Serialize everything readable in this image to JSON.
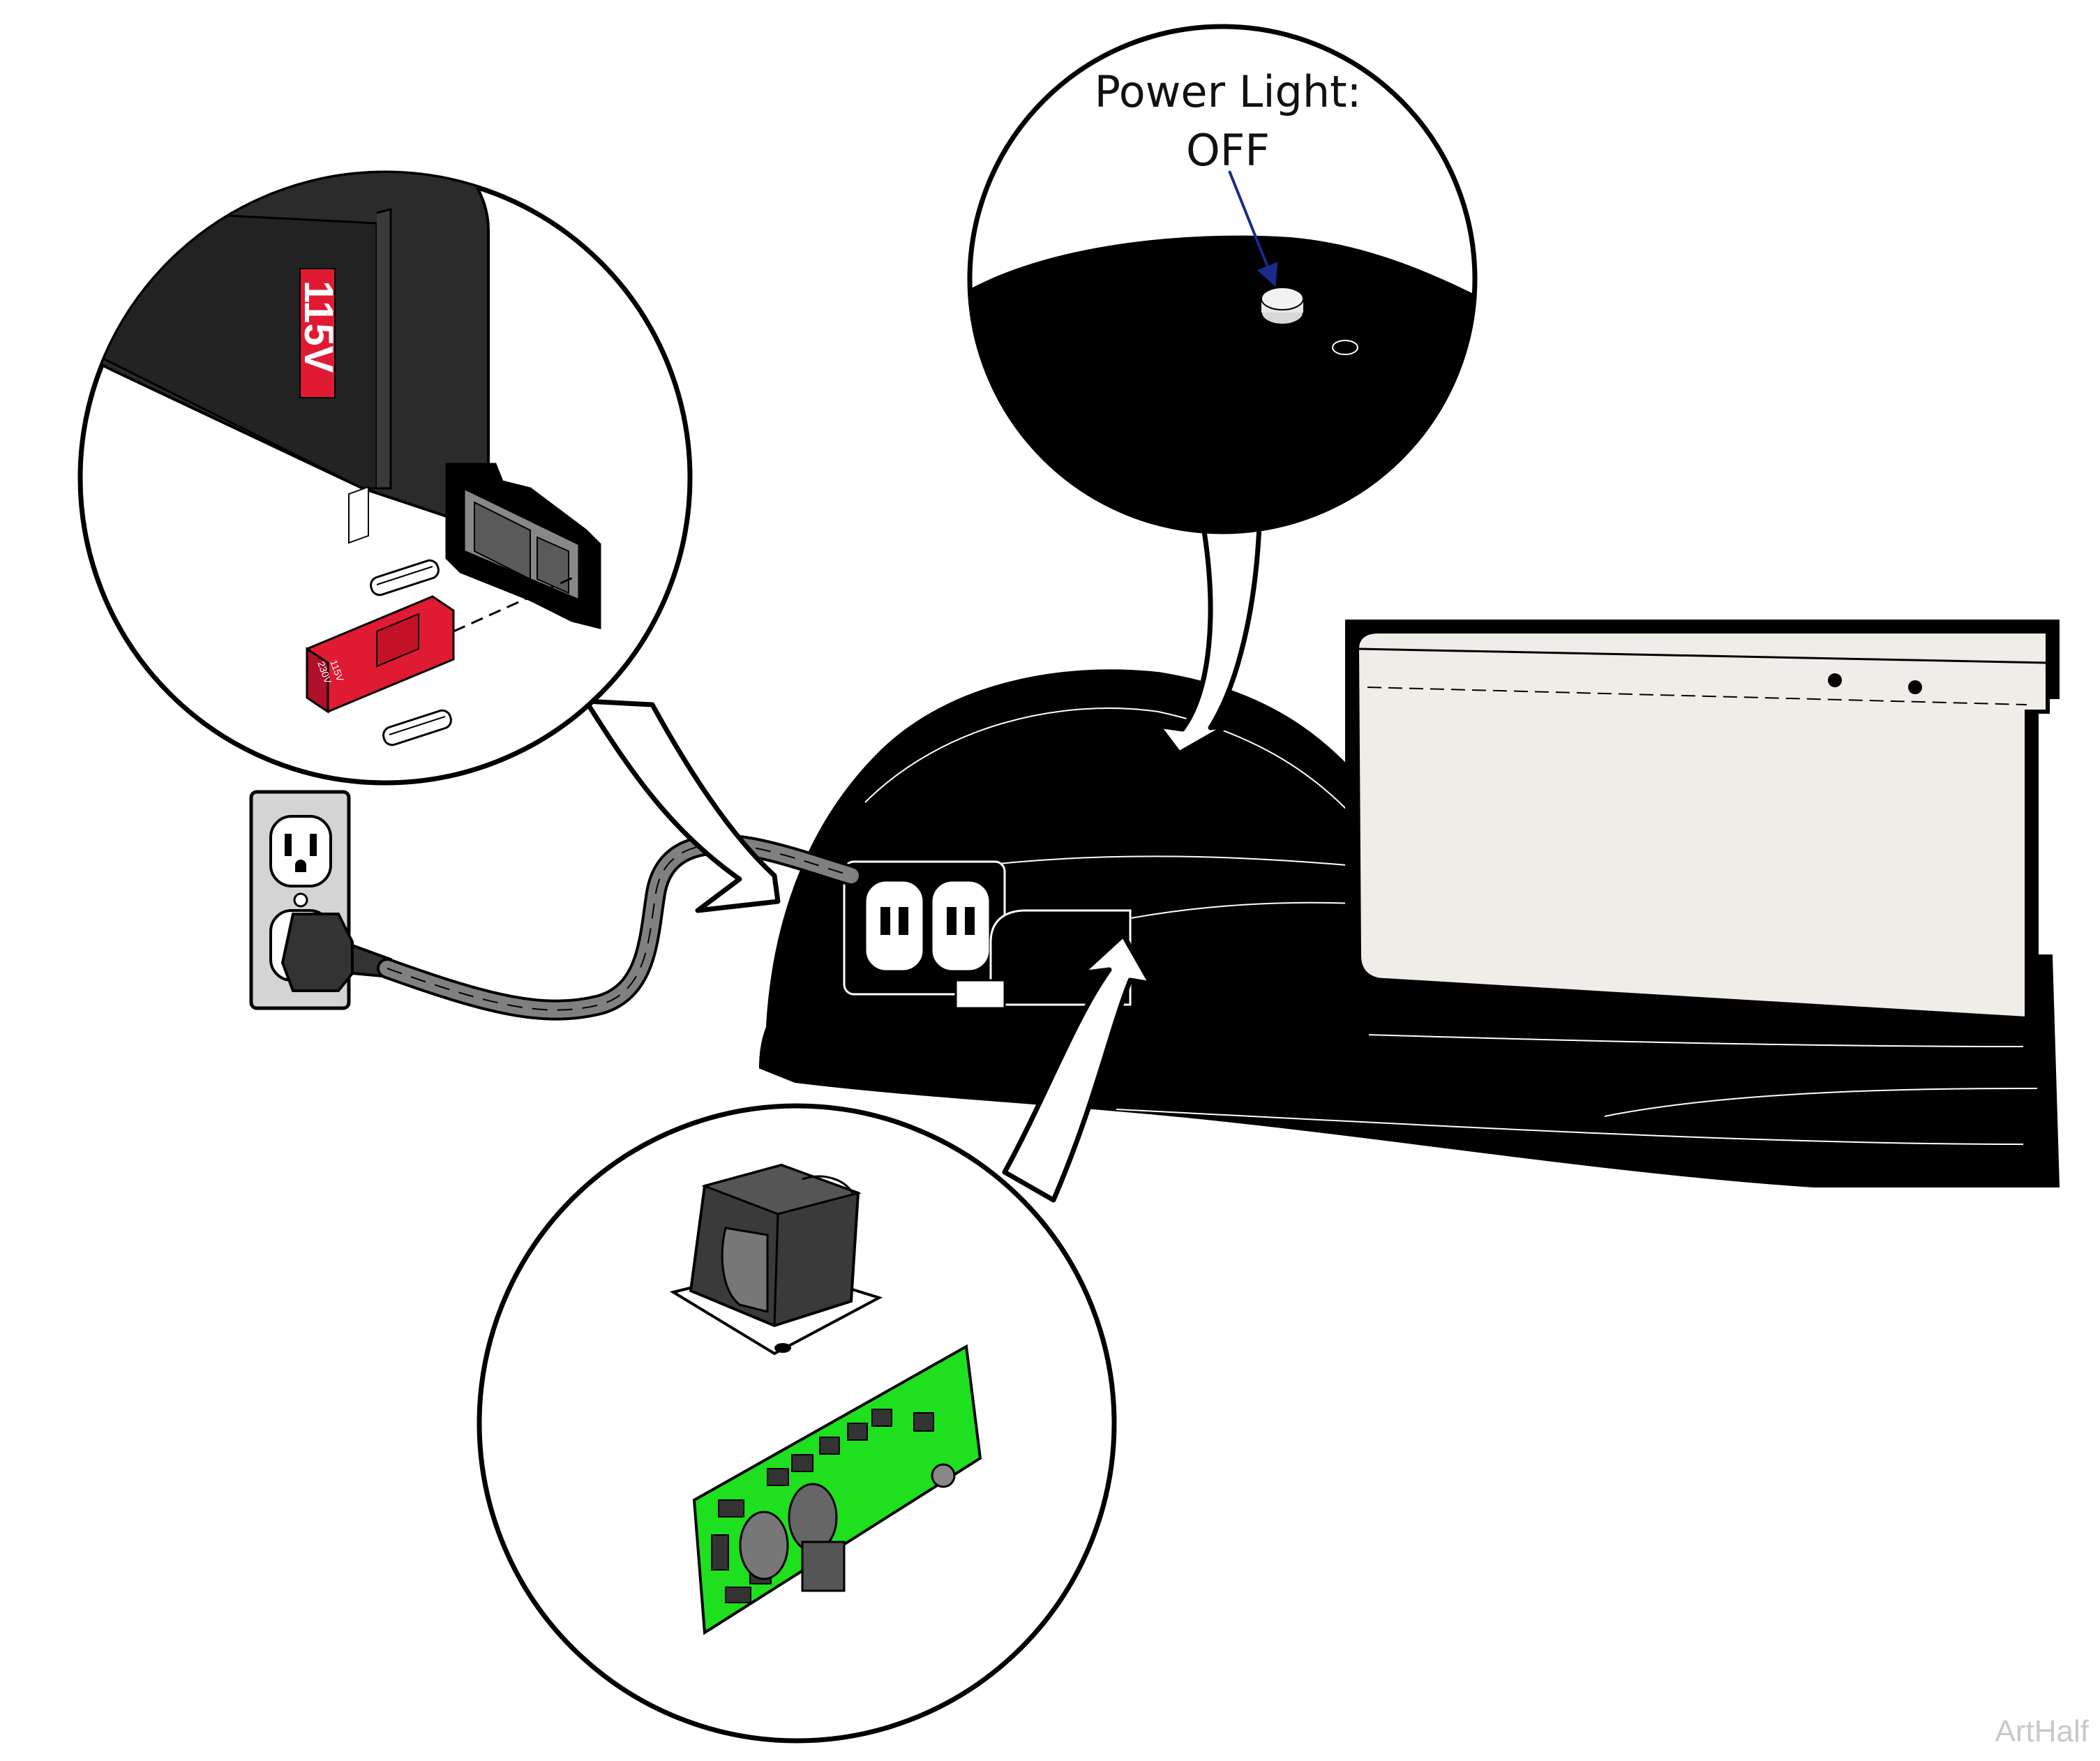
{
  "callouts": {
    "power_light_label": "Power Light:",
    "power_light_state": "OFF",
    "fuse_voltage_label": "115V",
    "fuse_holder_marks": [
      "115V",
      "230V"
    ]
  },
  "watermark": "ArtHalf",
  "colors": {
    "line": "#000000",
    "fuse_red": "#e01a33",
    "pcb_green": "#1ee01e",
    "cushion": "#f0ece8",
    "housing_dark": "#2b2b2b",
    "outlet_grey": "#d4d4d4",
    "arrow_blue": "#1a2a8c"
  },
  "icons": {
    "transformer": "transformer-icon",
    "circuit_board": "circuit-board-icon",
    "fuse_holder": "fuse-holder-icon",
    "wall_outlet": "wall-outlet-icon",
    "power_light": "power-light-icon"
  }
}
